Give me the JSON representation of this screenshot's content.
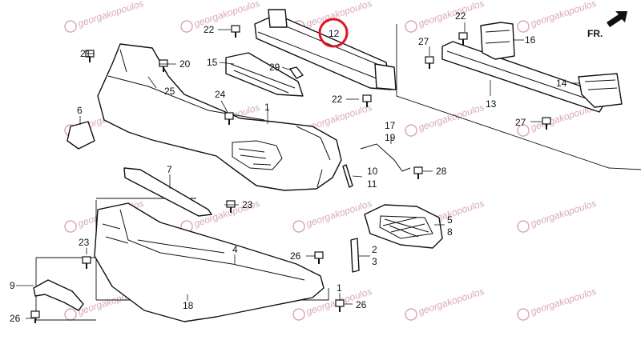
{
  "watermark": {
    "text": "georgakopoulos",
    "color": "#d9a8bd"
  },
  "highlight": {
    "label": "12",
    "color": "#e0141e"
  },
  "direction_label": "FR.",
  "labels": {
    "l1a": "1",
    "l1b": "1",
    "l2": "2",
    "l3": "3",
    "l4": "4",
    "l5": "5",
    "l6": "6",
    "l7": "7",
    "l8": "8",
    "l9": "9",
    "l10": "10",
    "l11": "11",
    "l13": "13",
    "l14": "14",
    "l15": "15",
    "l16": "16",
    "l17": "17",
    "l18": "18",
    "l19": "19",
    "l20": "20",
    "l21": "21",
    "l22a": "22",
    "l22b": "22",
    "l22c": "22",
    "l23a": "23",
    "l23b": "23",
    "l24": "24",
    "l25": "25",
    "l26a": "26",
    "l26b": "26",
    "l26c": "26",
    "l27a": "27",
    "l27b": "27",
    "l28": "28",
    "l29": "29"
  }
}
